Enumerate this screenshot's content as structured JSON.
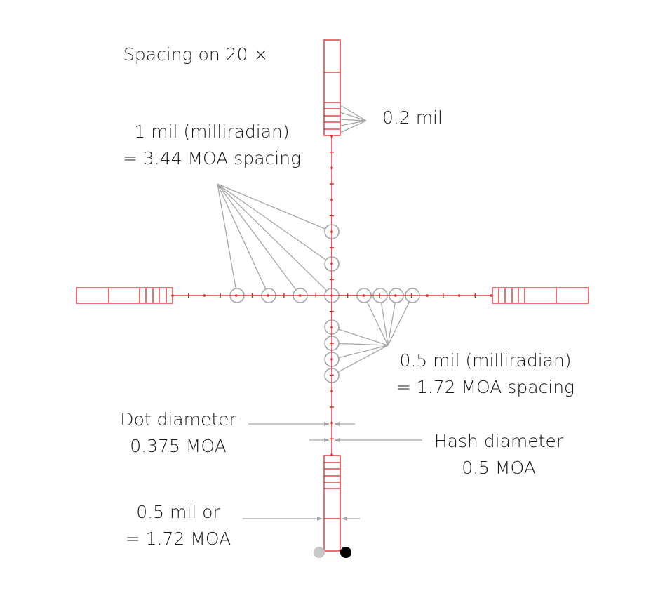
{
  "labels": {
    "title": "Spacing on 20 ×",
    "point_two_mil": "0.2 mil",
    "one_mil_line1": "1 mil (milliradian)",
    "one_mil_line2": "= 3.44 MOA spacing",
    "half_mil_line1": "0.5 mil (milliradian)",
    "half_mil_line2": "= 1.72 MOA spacing",
    "dot_line1": "Dot diameter",
    "dot_line2": "0.375 MOA",
    "hash_line1": "Hash diameter",
    "hash_line2": "0.5 MOA",
    "post_line1": "0.5 mil or",
    "post_line2": "= 1.72 MOA"
  },
  "colors": {
    "reticle": "#d9252b",
    "callout": "#a7a7a7",
    "text": "#1a1a1a",
    "marker_grey": "#c8c8c8",
    "marker_black": "#000000"
  }
}
